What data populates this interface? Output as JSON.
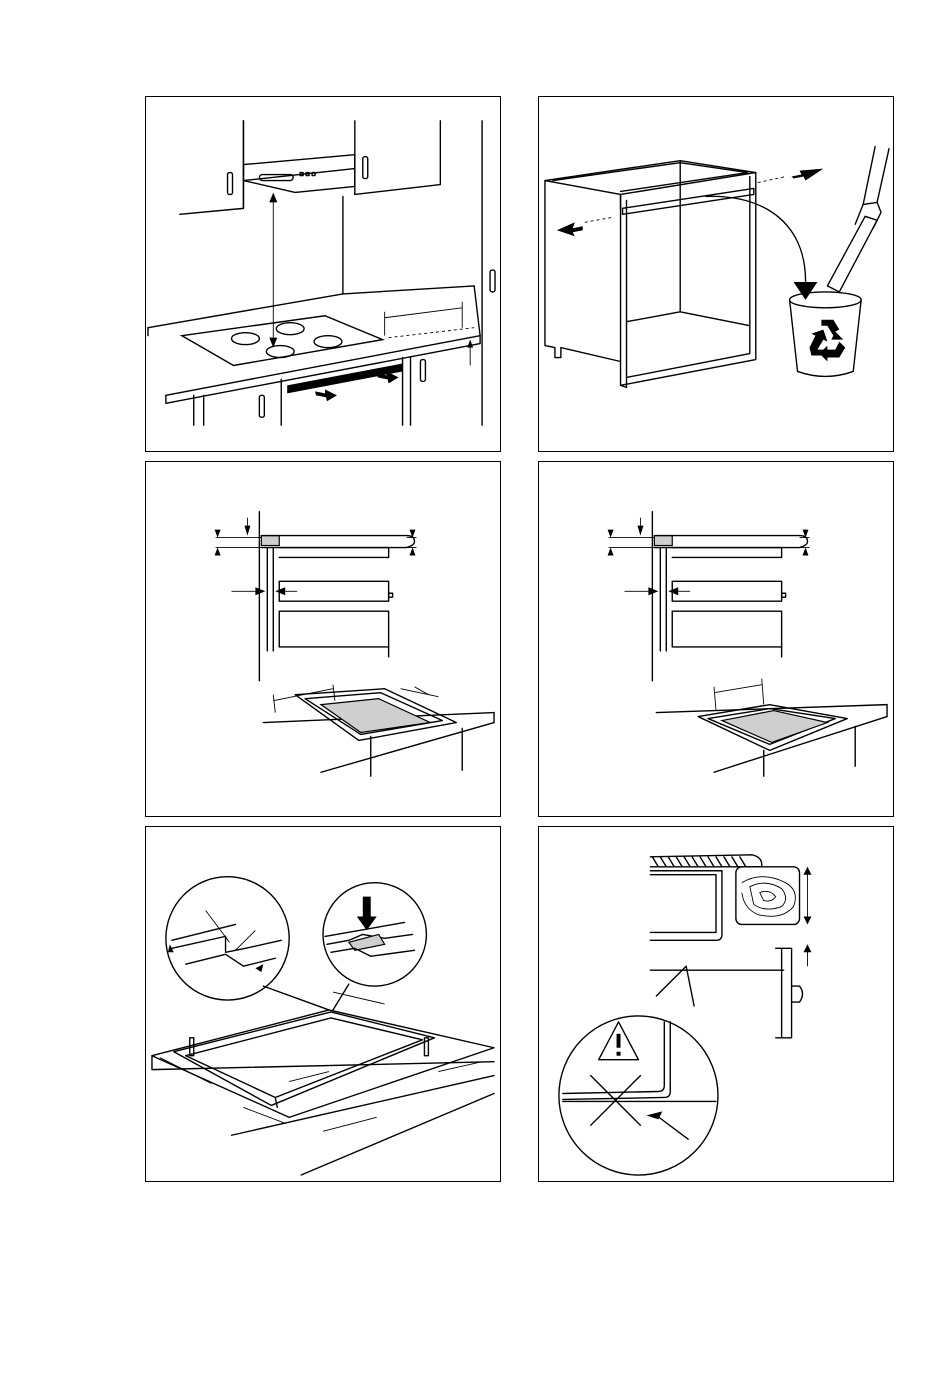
{
  "page": {
    "panels": [
      {
        "id": "panel-1",
        "subject": "hob-under-cooker-hood-clearance"
      },
      {
        "id": "panel-2",
        "subject": "remove-cabinet-rail-recycle"
      },
      {
        "id": "panel-3",
        "subject": "cutout-dimensions-drawer-cabinet"
      },
      {
        "id": "panel-4",
        "subject": "cutout-dimensions-oven-cabinet"
      },
      {
        "id": "panel-5",
        "subject": "apply-seal-strip"
      },
      {
        "id": "panel-6",
        "subject": "protection-board-warning"
      }
    ],
    "icons": [
      "recycle-icon",
      "warning-icon",
      "prohibited-x-icon"
    ],
    "colors": {
      "line": "#000000",
      "fill_gray": "#cfcfcf",
      "background": "#ffffff"
    }
  }
}
